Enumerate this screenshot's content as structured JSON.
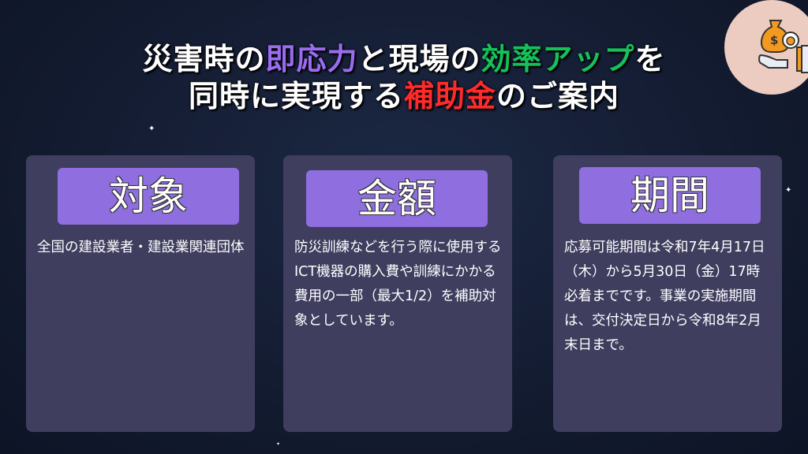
{
  "title": {
    "line1": [
      {
        "text": "災害時の",
        "color": "white"
      },
      {
        "text": "即応力",
        "color": "#9b6cf0"
      },
      {
        "text": "と現場の",
        "color": "white"
      },
      {
        "text": "効率アップ",
        "color": "#16c05a"
      },
      {
        "text": "を",
        "color": "white"
      }
    ],
    "line2": [
      {
        "text": "同時に実現する",
        "color": "white"
      },
      {
        "text": "補助金",
        "color": "#ff2b2b"
      },
      {
        "text": "のご案内",
        "color": "white"
      }
    ]
  },
  "icon": "money-bag-hand-icon",
  "cards": [
    {
      "label": "対象",
      "body": "全国の建設業者・建設業関連団体"
    },
    {
      "label": "金額",
      "body": "防災訓練などを行う際に使用するICT機器の購入費や訓練にかかる費用の一部（最大1/2）を補助対象としています。"
    },
    {
      "label": "期間",
      "body": "応募可能期間は令和7年4月17日（木）から5月30日（金）17時必着までです。事業の実施期間は、交付決定日から令和8年2月末日まで。"
    }
  ]
}
